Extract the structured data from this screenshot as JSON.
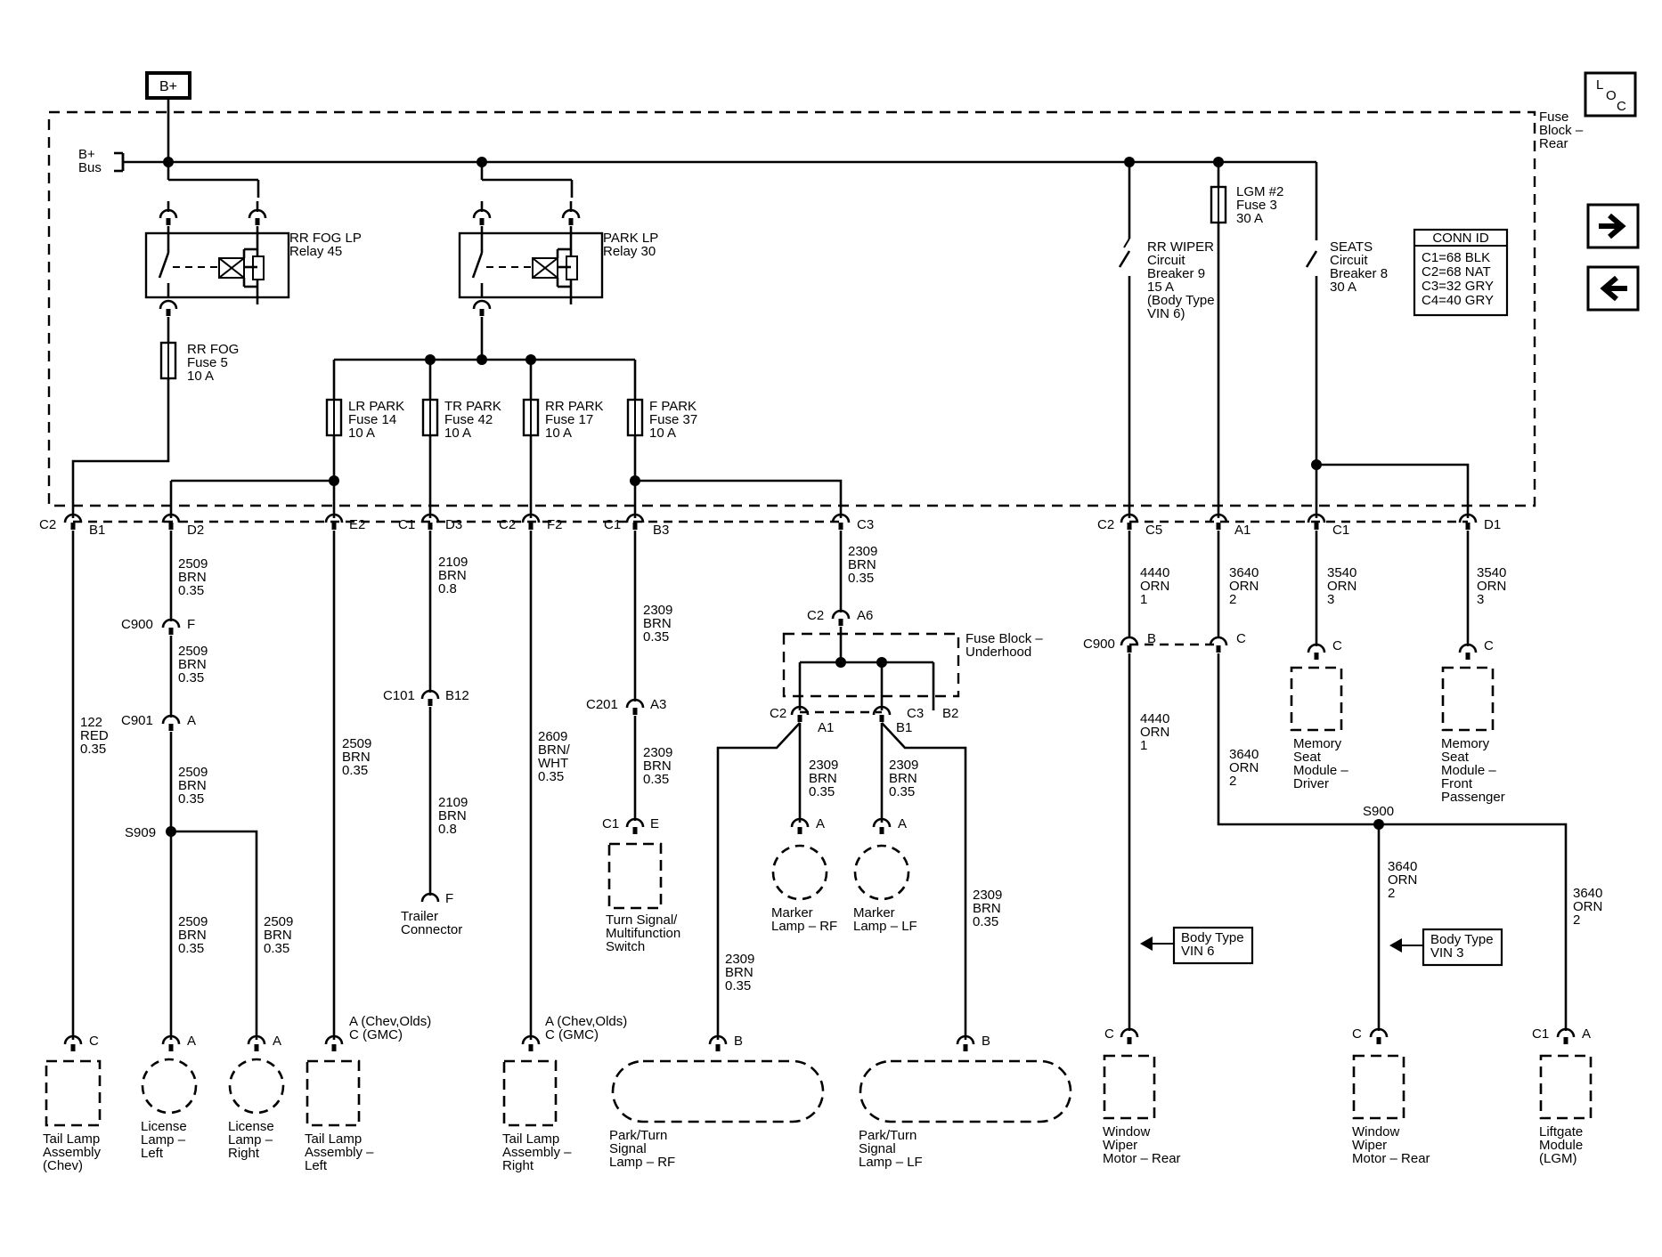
{
  "power": {
    "source": "B+",
    "bus": [
      "B+",
      "Bus"
    ]
  },
  "loc_icon": {
    "letters": [
      "L",
      "O",
      "C"
    ]
  },
  "nav": {
    "next": "next-page",
    "prev": "previous-page"
  },
  "fuse_block_rear": [
    "Fuse",
    "Block –",
    "Rear"
  ],
  "conn_id": {
    "title": "CONN ID",
    "rows": [
      "C1=68 BLK",
      "C2=68 NAT",
      "C3=32 GRY",
      "C4=40 GRY"
    ]
  },
  "relays": {
    "fog": [
      "RR FOG LP",
      "Relay 45"
    ],
    "park": [
      "PARK LP",
      "Relay 30"
    ]
  },
  "fuses": {
    "rr_fog": [
      "RR FOG",
      "Fuse 5",
      "10 A"
    ],
    "lr_park": [
      "LR PARK",
      "Fuse 14",
      "10 A"
    ],
    "tr_park": [
      "TR PARK",
      "Fuse 42",
      "10 A"
    ],
    "rr_park": [
      "RR PARK",
      "Fuse 17",
      "10 A"
    ],
    "f_park": [
      "F PARK",
      "Fuse 37",
      "10 A"
    ],
    "lgm2": [
      "LGM #2",
      "Fuse 3",
      "30 A"
    ]
  },
  "breakers": {
    "rr_wiper": [
      "RR WIPER",
      "Circuit",
      "Breaker 9",
      "15 A",
      "(Body Type",
      "VIN 6)"
    ],
    "seats": [
      "SEATS",
      "Circuit",
      "Breaker 8",
      "30 A"
    ]
  },
  "connector_labels": {
    "c2_b1": [
      "C2",
      "B1"
    ],
    "d2": "D2",
    "e2": "E2",
    "c1_d3": [
      "C1",
      "D3"
    ],
    "c2_f2": [
      "C2",
      "F2"
    ],
    "c1_b3": [
      "C1",
      "B3"
    ],
    "c3": "C3",
    "c2_c5": [
      "C2",
      "C5"
    ],
    "a1": "A1",
    "c1": "C1",
    "d1": "D1",
    "c900_f": [
      "C900",
      "F"
    ],
    "c901_a": [
      "C901",
      "A"
    ],
    "s909": "S909",
    "c101_b12": [
      "C101",
      "B12"
    ],
    "c201_a3": [
      "C201",
      "A3"
    ],
    "c1_e": [
      "C1",
      "E"
    ],
    "c2_a6": [
      "C2",
      "A6"
    ],
    "c2_a1": [
      "C2",
      "A1"
    ],
    "b1": "B1",
    "c3_b2": [
      "C3",
      "B2"
    ],
    "c900_b": [
      "C900",
      "B"
    ],
    "c900_c": "C",
    "s900": "S900",
    "trailer_f": "F",
    "tail_c": "C",
    "lic_l_a": "A",
    "lic_r_a": "A",
    "tail_left_pins": [
      "A (Chev,Olds)",
      "C (GMC)"
    ],
    "tail_right_pins": [
      "A (Chev,Olds)",
      "C (GMC)"
    ],
    "marker_rf_a": "A",
    "marker_lf_a": "A",
    "pt_rf_b": "B",
    "pt_lf_b": "B",
    "mem_drv_c": "C",
    "mem_pass_c": "C",
    "wiper6_c": "C",
    "wiper3_c": "C",
    "lgm_c1_a": [
      "C1",
      "A"
    ]
  },
  "fuse_block_underhood": [
    "Fuse Block –",
    "Underhood"
  ],
  "wires": {
    "w122": [
      "122",
      "RED",
      "0.35"
    ],
    "w2509_a": [
      "2509",
      "BRN",
      "0.35"
    ],
    "w2509_b": [
      "2509",
      "BRN",
      "0.35"
    ],
    "w2509_c": [
      "2509",
      "BRN",
      "0.35"
    ],
    "w2509_d": [
      "2509",
      "BRN",
      "0.35"
    ],
    "w2509_e": [
      "2509",
      "BRN",
      "0.35"
    ],
    "w2509_f": [
      "2509",
      "BRN",
      "0.35"
    ],
    "w2109_a": [
      "2109",
      "BRN",
      "0.8"
    ],
    "w2109_b": [
      "2109",
      "BRN",
      "0.8"
    ],
    "w2609": [
      "2609",
      "BRN/",
      "WHT",
      "0.35"
    ],
    "w2309_a": [
      "2309",
      "BRN",
      "0.35"
    ],
    "w2309_b": [
      "2309",
      "BRN",
      "0.35"
    ],
    "w2309_c": [
      "2309",
      "BRN",
      "0.35"
    ],
    "w2309_d": [
      "2309",
      "BRN",
      "0.35"
    ],
    "w2309_e": [
      "2309",
      "BRN",
      "0.35"
    ],
    "w2309_f": [
      "2309",
      "BRN",
      "0.35"
    ],
    "w2309_g": [
      "2309",
      "BRN",
      "0.35"
    ],
    "w4440_a": [
      "4440",
      "ORN",
      "1"
    ],
    "w4440_b": [
      "4440",
      "ORN",
      "1"
    ],
    "w3640_a": [
      "3640",
      "ORN",
      "2"
    ],
    "w3640_b": [
      "3640",
      "ORN",
      "2"
    ],
    "w3640_c": [
      "3640",
      "ORN",
      "2"
    ],
    "w3640_d": [
      "3640",
      "ORN",
      "2"
    ],
    "w3540_a": [
      "3540",
      "ORN",
      "3"
    ],
    "w3540_b": [
      "3540",
      "ORN",
      "3"
    ]
  },
  "components": {
    "tail_chev": [
      "Tail Lamp",
      "Assembly",
      "(Chev)"
    ],
    "lic_left": [
      "License",
      "Lamp –",
      "Left"
    ],
    "lic_right": [
      "License",
      "Lamp –",
      "Right"
    ],
    "tail_left": [
      "Tail Lamp",
      "Assembly –",
      "Left"
    ],
    "trailer": [
      "Trailer",
      "Connector"
    ],
    "tail_right": [
      "Tail Lamp",
      "Assembly –",
      "Right"
    ],
    "turn_switch": [
      "Turn Signal/",
      "Multifunction",
      "Switch"
    ],
    "marker_rf": [
      "Marker",
      "Lamp – RF"
    ],
    "marker_lf": [
      "Marker",
      "Lamp – LF"
    ],
    "pt_rf": [
      "Park/Turn",
      "Signal",
      "Lamp – RF"
    ],
    "pt_lf": [
      "Park/Turn",
      "Signal",
      "Lamp – LF"
    ],
    "mem_driver": [
      "Memory",
      "Seat",
      "Module –",
      "Driver"
    ],
    "mem_pass": [
      "Memory",
      "Seat",
      "Module –",
      "Front",
      "Passenger"
    ],
    "wiper_vin6": [
      "Window",
      "Wiper",
      "Motor – Rear"
    ],
    "wiper_vin3": [
      "Window",
      "Wiper",
      "Motor – Rear"
    ],
    "liftgate": [
      "Liftgate",
      "Module",
      "(LGM)"
    ]
  },
  "body_type": {
    "vin6": [
      "Body Type",
      "VIN 6"
    ],
    "vin3": [
      "Body Type",
      "VIN 3"
    ]
  }
}
